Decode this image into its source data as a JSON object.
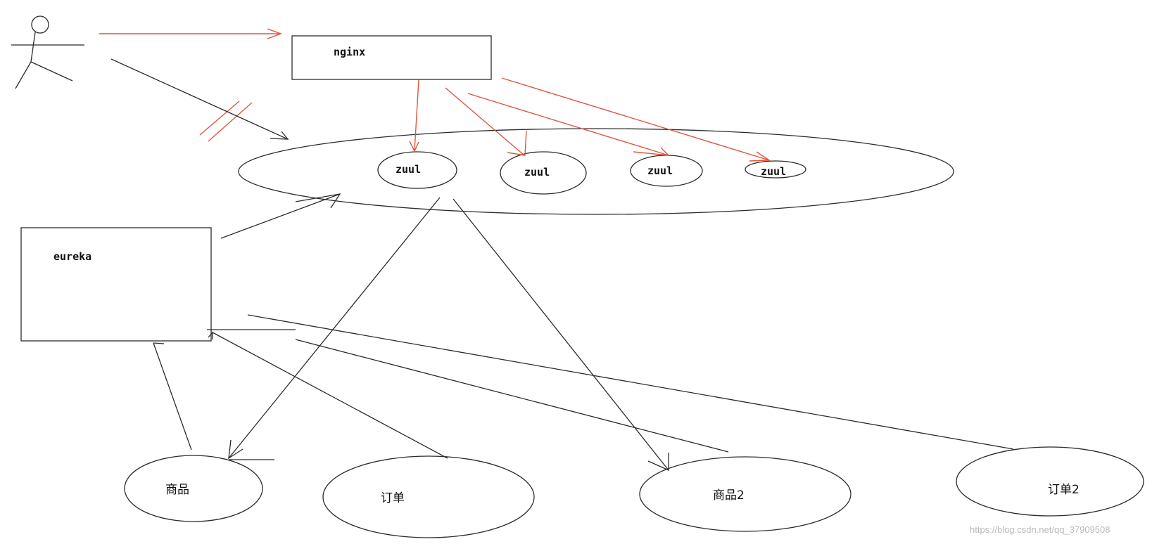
{
  "diagram": {
    "nodes": {
      "nginx": "nginx",
      "eureka": "eureka",
      "zuul_1": "zuul",
      "zuul_2": "zuul",
      "zuul_3": "zuul",
      "zuul_4": "zuul",
      "goods": "商品",
      "order": "订单",
      "goods2": "商品2",
      "order2": "订单2"
    },
    "colors": {
      "ink": "#2b2b2b",
      "red_arrow": "#e0553f"
    },
    "watermark": "https://blog.csdn.net/qq_37909508"
  }
}
